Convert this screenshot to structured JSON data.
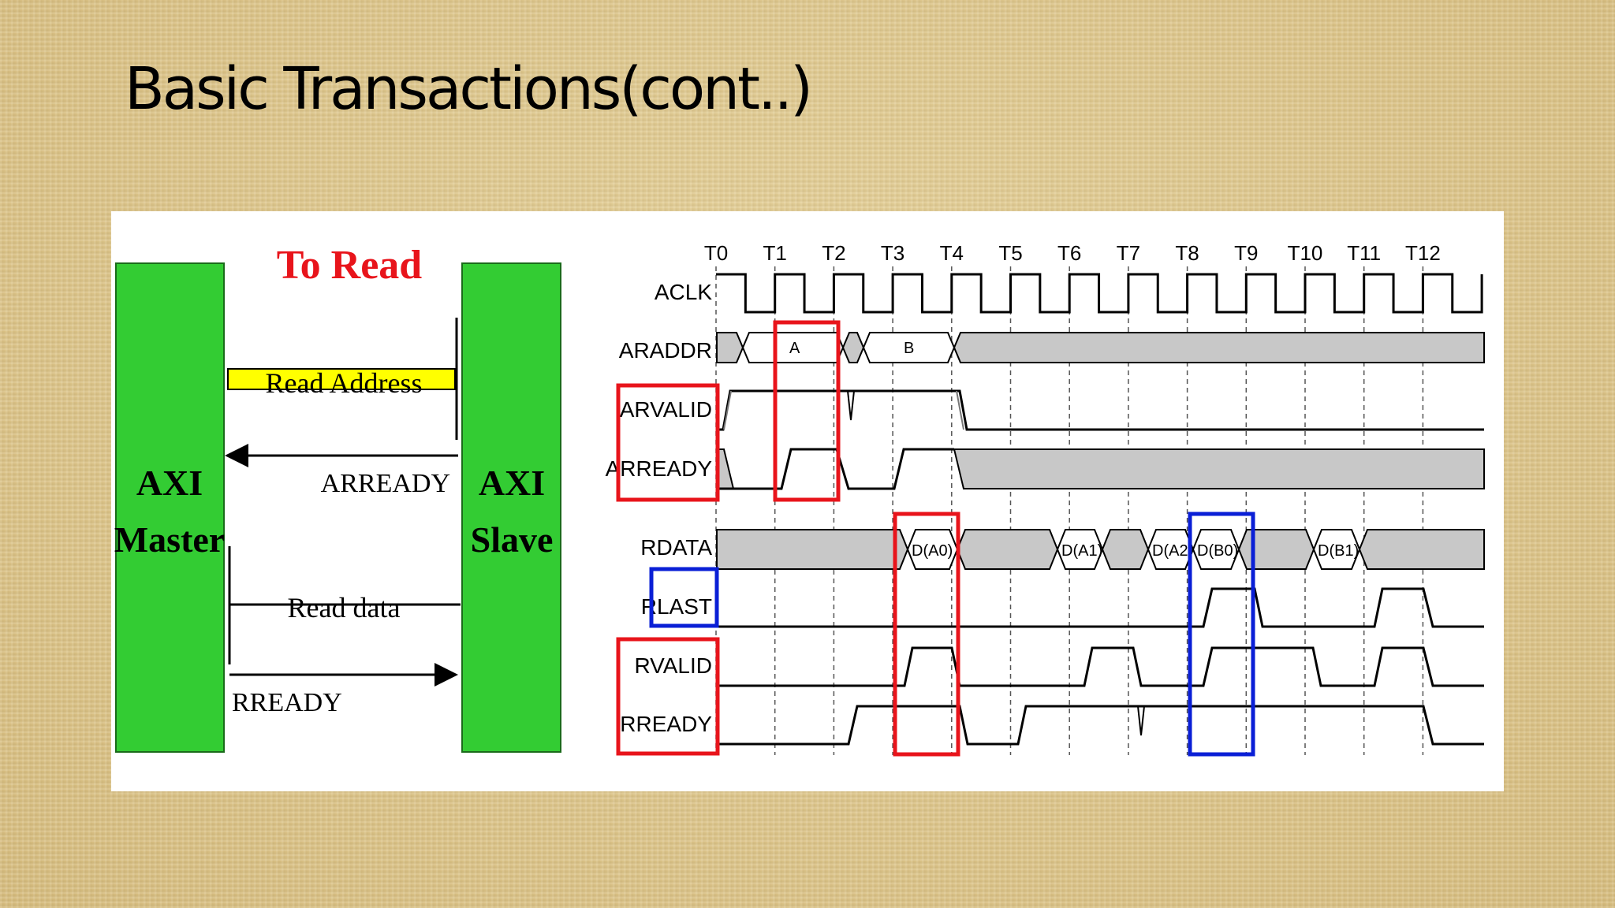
{
  "slide": {
    "title": "Basic Transactions(cont..)"
  },
  "block_diagram": {
    "heading": "To Read",
    "master_label": [
      "AXI",
      "Master"
    ],
    "slave_label": [
      "AXI",
      "Slave"
    ],
    "read_address_label": "Read Address",
    "arready_label": "ARREADY",
    "read_data_label": "Read data",
    "rready_label": "RREADY",
    "colors": {
      "block": "#33cc33",
      "address_bar": "#ffff00",
      "heading": "#e8141b"
    }
  },
  "timing_diagram": {
    "clock_labels": [
      "T0",
      "T1",
      "T2",
      "T3",
      "T4",
      "T5",
      "T6",
      "T7",
      "T8",
      "T9",
      "T10",
      "T11",
      "T12"
    ],
    "signals": [
      "ACLK",
      "ARADDR",
      "ARVALID",
      "ARREADY",
      "RDATA",
      "RLAST",
      "RVALID",
      "RREADY"
    ],
    "araddr_values": [
      "A",
      "B"
    ],
    "rdata_values": [
      "D(A0)",
      "D(A1)",
      "D(A2)",
      "D(B0)",
      "D(B1)"
    ],
    "colors": {
      "highlight_red": "#e8141b",
      "highlight_blue": "#0a1fd6",
      "bus_fill": "#c8c8c8"
    }
  }
}
